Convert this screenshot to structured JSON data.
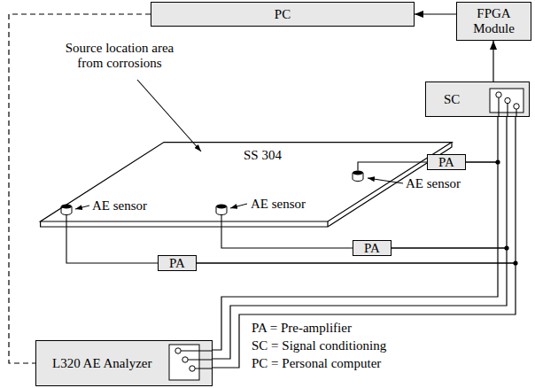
{
  "diagram": {
    "nodes": [
      {
        "text": [
          "PC"
        ]
      },
      {
        "text": [
          "FPGA Module"
        ]
      },
      {
        "text": [
          "SC"
        ]
      },
      {
        "text": [
          "SS 304"
        ]
      },
      {
        "text": [
          "PA"
        ]
      },
      {
        "text": [
          "PA"
        ]
      },
      {
        "text": [
          "PA"
        ]
      },
      {
        "text": [
          "L320 AE Analyzer"
        ]
      }
    ],
    "edges": [
      {
        "from": 2,
        "to": 1,
        "arrow": "to"
      },
      {
        "from": 1,
        "to": 0,
        "arrow": "to"
      },
      {
        "from": 0,
        "to": 7,
        "arrow": "none"
      },
      {
        "from": 4,
        "to": 2,
        "arrow": "none"
      },
      {
        "from": 4,
        "to": 7,
        "arrow": "none"
      },
      {
        "from": 5,
        "to": 2,
        "arrow": "none"
      },
      {
        "from": 5,
        "to": 7,
        "arrow": "none"
      },
      {
        "from": 6,
        "to": 2,
        "arrow": "none"
      },
      {
        "from": 6,
        "to": 7,
        "arrow": "none"
      }
    ],
    "labels": [
      "Source location area from corrosions",
      "AE sensor",
      "AE sensor",
      "AE sensor",
      "PA = Pre-amplifier",
      "SC = Signal conditioning",
      "PC = Personal computer"
    ]
  }
}
